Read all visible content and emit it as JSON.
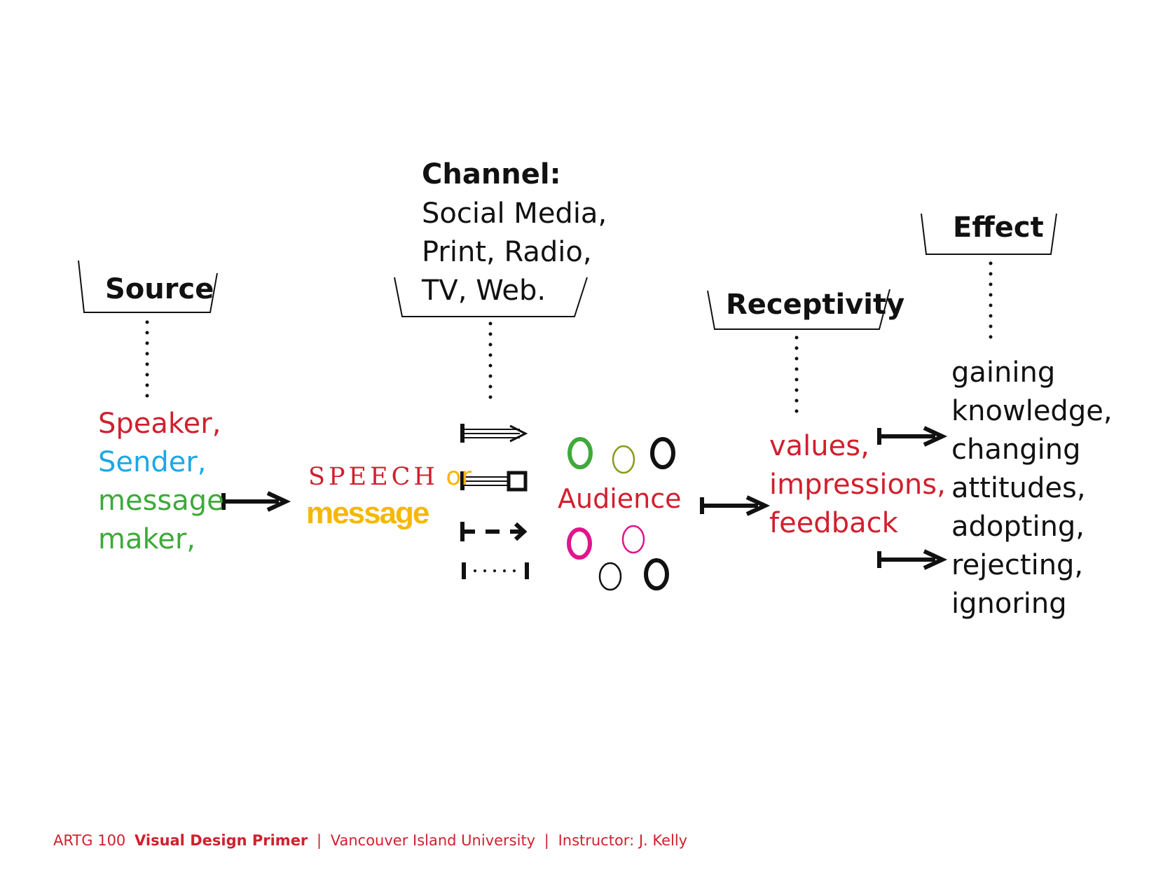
{
  "source": {
    "heading": "Source",
    "lines": [
      "Speaker,",
      "Sender,",
      "message",
      "maker,"
    ]
  },
  "speech": {
    "speech_word": "SPEECH",
    "or_word": "or",
    "message_word": "message"
  },
  "channel": {
    "heading": "Channel:",
    "lines": [
      "Social Media,",
      "Print, Radio,",
      "TV, Web."
    ]
  },
  "audience": {
    "label": "Audience"
  },
  "receptivity": {
    "heading": "Receptivity",
    "lines": [
      "values,",
      "impressions,",
      "feedback"
    ]
  },
  "effect": {
    "heading": "Effect",
    "lines": [
      "gaining",
      "knowledge,",
      "changing",
      "attitudes,",
      "adopting,",
      "rejecting,",
      "ignoring"
    ]
  },
  "footer": {
    "course": "ARTG 100",
    "title": "Visual Design Primer",
    "sep1": "|",
    "school": "Vancouver Island University",
    "sep2": "|",
    "instructor": "Instructor: J. Kelly"
  },
  "colors": {
    "red": "#d0202e",
    "blue": "#1aa9e6",
    "green": "#3fa93a",
    "orange": "#f5b800",
    "olive": "#8a9a1b",
    "magenta": "#e0158c",
    "black": "#111111"
  }
}
